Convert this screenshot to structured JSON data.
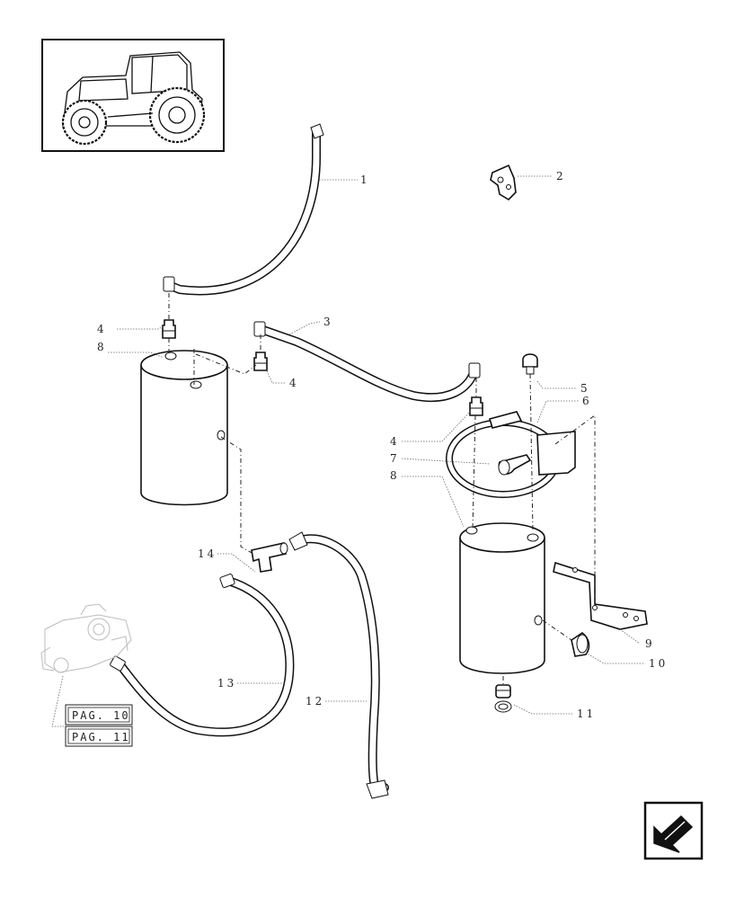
{
  "callouts": [
    {
      "id": "c1",
      "label": "1"
    },
    {
      "id": "c2",
      "label": "2"
    },
    {
      "id": "c3",
      "label": "3"
    },
    {
      "id": "c4a",
      "label": "4"
    },
    {
      "id": "c4b",
      "label": "4"
    },
    {
      "id": "c4c",
      "label": "4"
    },
    {
      "id": "c5",
      "label": "5"
    },
    {
      "id": "c6",
      "label": "6"
    },
    {
      "id": "c7",
      "label": "7"
    },
    {
      "id": "c8a",
      "label": "8"
    },
    {
      "id": "c8b",
      "label": "8"
    },
    {
      "id": "c9",
      "label": "9"
    },
    {
      "id": "c10",
      "label": "10"
    },
    {
      "id": "c11",
      "label": "11"
    },
    {
      "id": "c12",
      "label": "12"
    },
    {
      "id": "c13",
      "label": "13"
    },
    {
      "id": "c14",
      "label": "14"
    }
  ],
  "page_refs": [
    "PAG. 10",
    "PAG. 11"
  ],
  "icons": {
    "thumbnail": "tractor-icon",
    "nav": "back-arrow-icon",
    "ghost": "hydraulic-assembly-icon"
  }
}
